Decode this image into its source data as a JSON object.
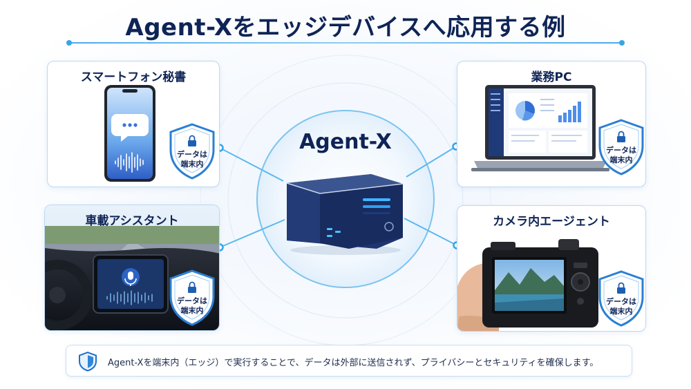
{
  "title": "Agent-Xをエッジデバイスへ応用する例",
  "center": {
    "label": "Agent-X"
  },
  "cards": {
    "phone": {
      "title": "スマートフォン秘書"
    },
    "pc": {
      "title": "業務PC"
    },
    "car": {
      "title": "車載アシスタント"
    },
    "camera": {
      "title": "カメラ内エージェント"
    }
  },
  "badge": {
    "line1": "データは",
    "line2": "端末内"
  },
  "caption": "Agent-Xを端末内（エッジ）で実行することで、データは外部に送信されず、プライバシーとセキュリティを確保します。",
  "colors": {
    "navy": "#0f2456",
    "accent": "#33a6ea",
    "card_border": "#bcd8f1"
  }
}
